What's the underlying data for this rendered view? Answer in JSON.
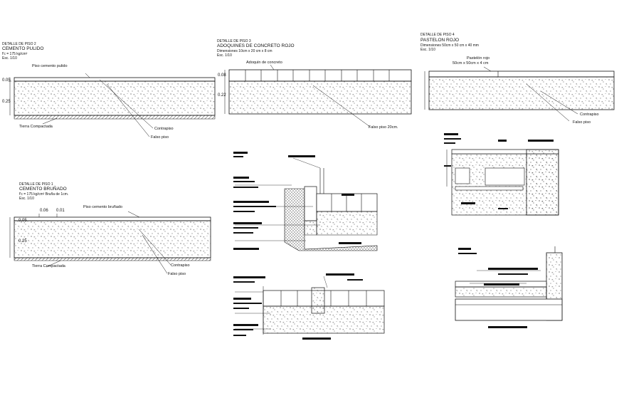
{
  "details": {
    "d2": {
      "label": "DETALLE DE PISO 2",
      "title": "CEMENTO PULIDO",
      "spec": "f'c = 175 kg/cm²",
      "scale": "Esc. 1/10",
      "callout_top": "Piso cemento pulido",
      "dim_top": "0.05",
      "dim_bottom": "0.25",
      "callout_ground": "Tierra Compactada",
      "callout_contrapiso": "Contrapiso",
      "callout_falso": "Falso piso"
    },
    "d1": {
      "label": "DETALLE DE PISO 1",
      "title": "CEMENTO BRUÑADO",
      "spec": "f'c = 175 kg/cm² Bruña de 1cm.",
      "scale": "Esc. 1/10",
      "dim_a": "0.06",
      "dim_b": "0.01",
      "callout_top": "Piso cemento bruñado",
      "dim_top": "0.05",
      "dim_bottom": "0.25",
      "callout_ground": "Tierra Compactada",
      "callout_contrapiso": "Contrapiso",
      "callout_falso": "Falso piso"
    },
    "d3": {
      "label": "DETALLE DE PISO 3",
      "title": "ADOQUINES DE CONCRETO ROJO",
      "spec": "Dimensiones 10cm x 20 cm x 8 cm",
      "scale": "Esc. 1/10",
      "callout_top": "Adoquín de concreto",
      "dim_top": "0.08",
      "dim_bottom": "0.22",
      "callout_falso": "Falso piso 20cm."
    },
    "d4": {
      "label": "DETALLE DE PISO 4",
      "title": "PASTELON ROJO",
      "spec": "Dimensiones 50cm x 50 cm x 40 mm",
      "scale": "Esc. 1/10",
      "callout_top": "Pastelón rojo",
      "callout_top2": "50cm x 50cm x 4 cm",
      "callout_contrapiso": "Contrapiso",
      "callout_falso": "Falso piso"
    }
  },
  "colors": {
    "ink": "#111111",
    "paper": "#ffffff"
  }
}
